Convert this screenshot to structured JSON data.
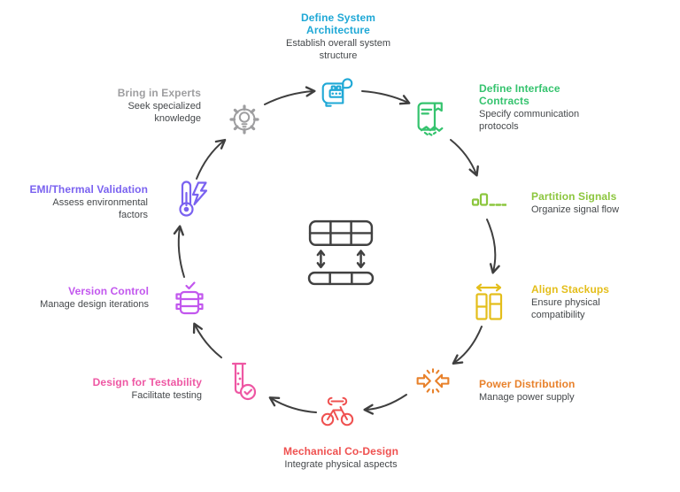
{
  "diagram": {
    "type": "cycle",
    "colors": {
      "arrow": "#3f3f3f",
      "center_icon": "#414141",
      "subtitle_text": "#45484b",
      "background": "#ffffff"
    },
    "center_icon": "board-assembly-table-icon",
    "nodes": [
      {
        "title": "Define System\nArchitecture",
        "subtitle": "Establish overall system\nstructure",
        "color": "#1fa8d6",
        "icon": "blueprint-scroll-icon"
      },
      {
        "title": "Define Interface\nContracts",
        "subtitle": "Specify communication\nprotocols",
        "color": "#35c36e",
        "icon": "contract-handshake-icon"
      },
      {
        "title": "Partition Signals",
        "subtitle": "Organize signal flow",
        "color": "#8cc63e",
        "icon": "signal-bars-icon"
      },
      {
        "title": "Align Stackups",
        "subtitle": "Ensure physical\ncompatibility",
        "color": "#e4be1b",
        "icon": "stackup-columns-icon"
      },
      {
        "title": "Power Distribution",
        "subtitle": "Manage power supply",
        "color": "#e8812b",
        "icon": "colliding-arrows-icon"
      },
      {
        "title": "Mechanical Co-Design",
        "subtitle": "Integrate physical aspects",
        "color": "#ef5150",
        "icon": "bicycle-wrench-icon"
      },
      {
        "title": "Design for Testability",
        "subtitle": "Facilitate testing",
        "color": "#ee57a3",
        "icon": "test-tube-check-icon"
      },
      {
        "title": "Version Control",
        "subtitle": "Manage design iterations",
        "color": "#c257ee",
        "icon": "versioned-stack-check-icon"
      },
      {
        "title": "EMI/Thermal Validation",
        "subtitle": "Assess environmental\nfactors",
        "color": "#7a62f0",
        "icon": "thermometer-bolt-icon"
      },
      {
        "title": "Bring in Experts",
        "subtitle": "Seek specialized\nknowledge",
        "color": "#9e9ea0",
        "icon": "gear-lightbulb-icon"
      }
    ]
  }
}
